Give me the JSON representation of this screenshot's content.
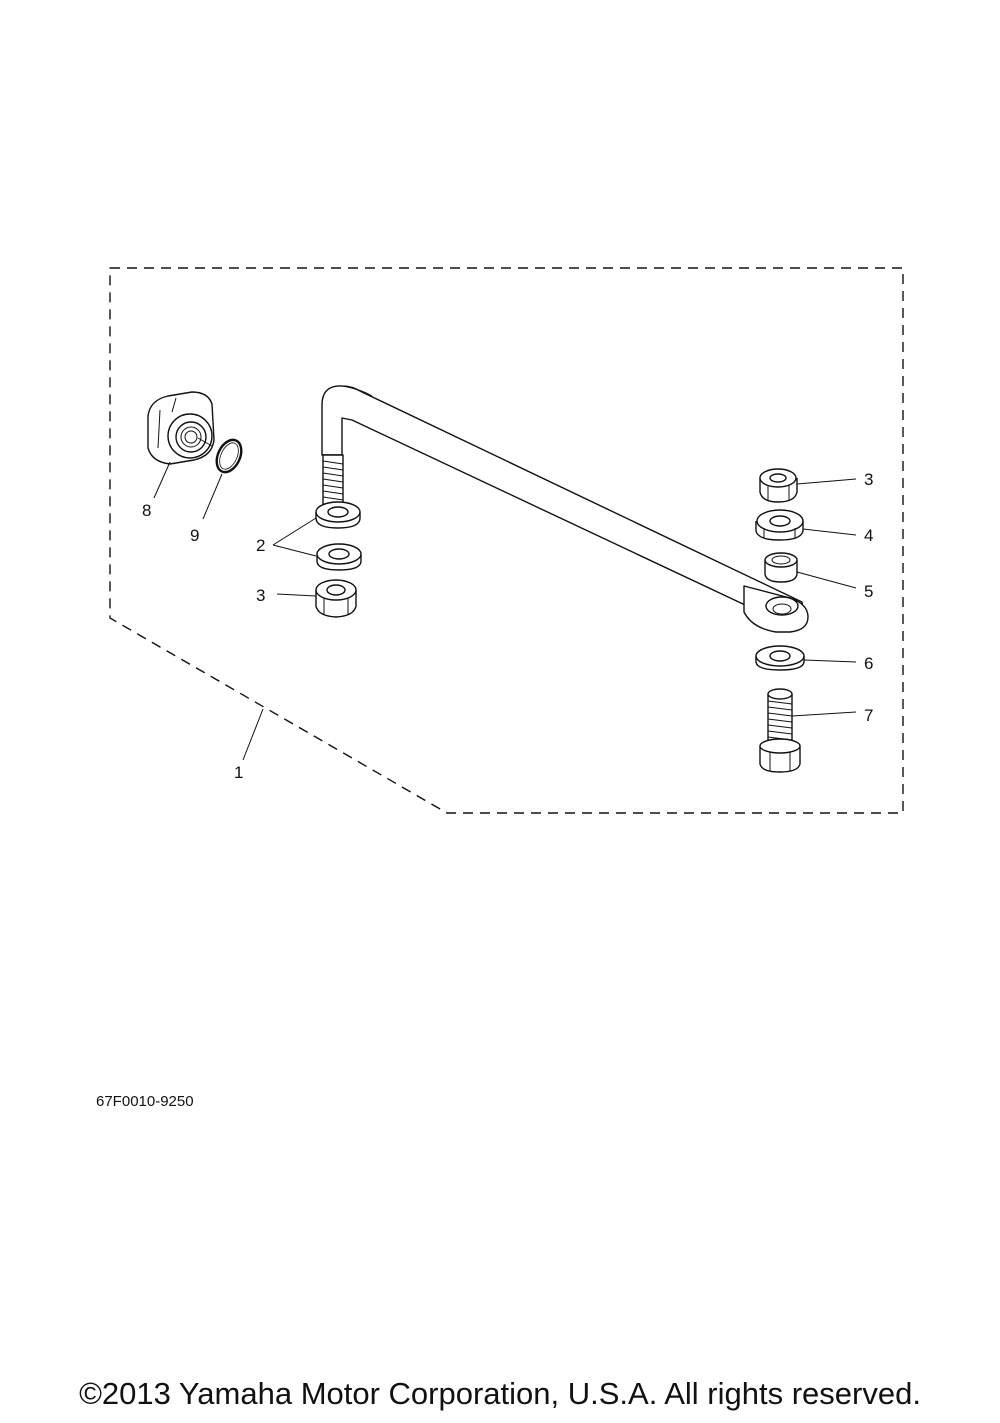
{
  "callouts": {
    "c1": "1",
    "c2": "2",
    "c3a": "3",
    "c3b": "3",
    "c4": "4",
    "c5": "5",
    "c6": "6",
    "c7": "7",
    "c8": "8",
    "c9": "9"
  },
  "part_code": "67F0010-9250",
  "copyright": "©2013 Yamaha Motor Corporation, U.S.A. All rights reserved."
}
